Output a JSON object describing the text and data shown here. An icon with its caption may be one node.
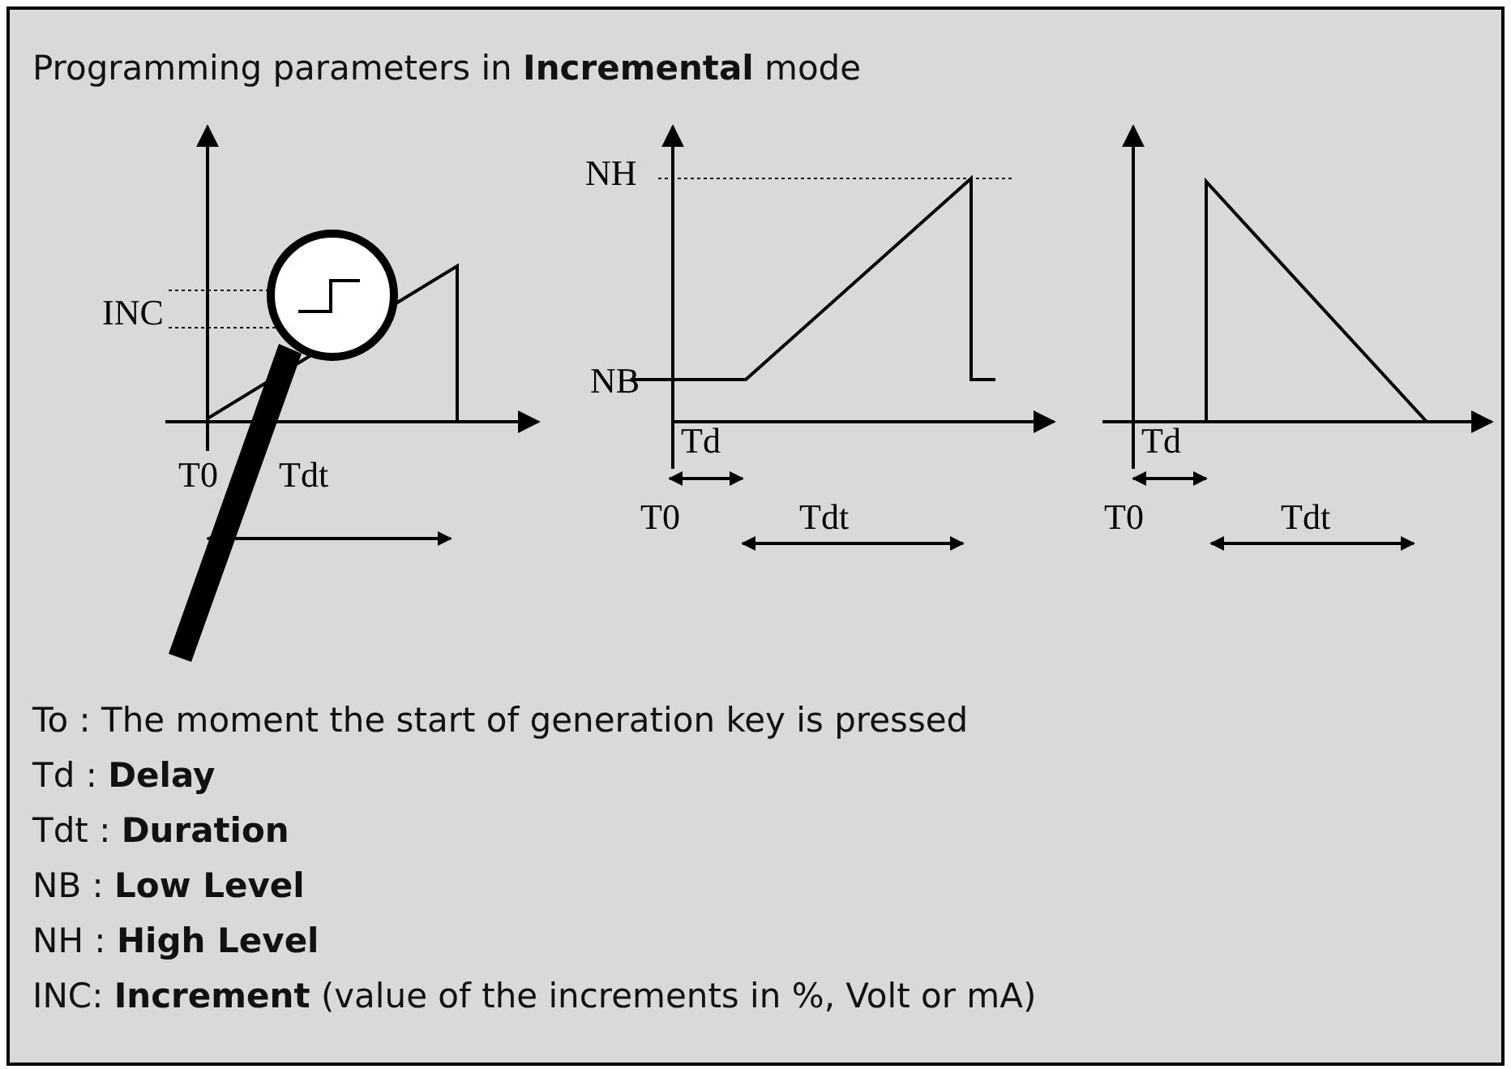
{
  "diagram": {
    "title": "Programming parameters in **Incremental** mode",
    "labels": [
      "NH",
      "INC",
      "NB",
      "Td",
      "Td",
      "T0",
      "Tdt",
      "T0",
      "Tdt",
      "T0",
      "Tdt",
      "To : The moment the start of generation key is pressed",
      "Td : **Delay**",
      "Tdt : **Duration**",
      "NB : **Low Level**",
      "NH : **High Level**",
      "INC: **Increment** (value of the increments in %, Volt or mA)"
    ]
  }
}
